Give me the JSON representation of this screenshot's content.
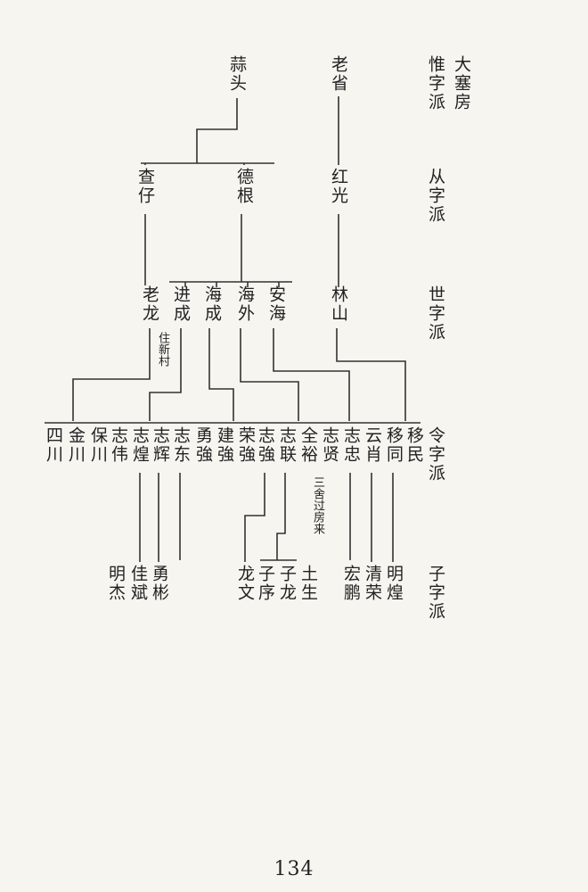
{
  "heading": {
    "house": "大塞房"
  },
  "generations": [
    "惟字派",
    "从字派",
    "世字派",
    "令字派",
    "子字派"
  ],
  "members": {
    "suantou": "蒜头",
    "laosheng": "老省",
    "zhazai": "查仔",
    "degen": "德根",
    "hongguang": "红光",
    "laolong": "老龙",
    "jincheng": "进成",
    "haicheng": "海成",
    "haiwai": "海外",
    "anhai": "安海",
    "linshan": "林山",
    "sichuan": "四川",
    "jinchuan": "金川",
    "baochuan": "保川",
    "zhiwei": "志伟",
    "zhihuang": "志煌",
    "zhihui": "志辉",
    "zhidong": "志东",
    "yongqiang": "勇強",
    "jianqiang": "建強",
    "rongqiang": "荣強",
    "zhiqiang": "志強",
    "zhilian": "志联",
    "quanyu": "全裕",
    "zhixian": "志贤",
    "zhizhong": "志忠",
    "yunxiao": "云肖",
    "yitong": "移同",
    "yimin": "移民",
    "mingjie": "明杰",
    "jiabin": "佳斌",
    "yongbin": "勇彬",
    "longwen": "龙文",
    "zixu": "子序",
    "zilong": "子龙",
    "tusheng": "土生",
    "hongpeng": "宏鹏",
    "qingrong": "清荣",
    "minghuang": "明煌"
  },
  "notes": {
    "xincun": "住新村",
    "guofang": "三舍过房来"
  },
  "page_number": "134"
}
